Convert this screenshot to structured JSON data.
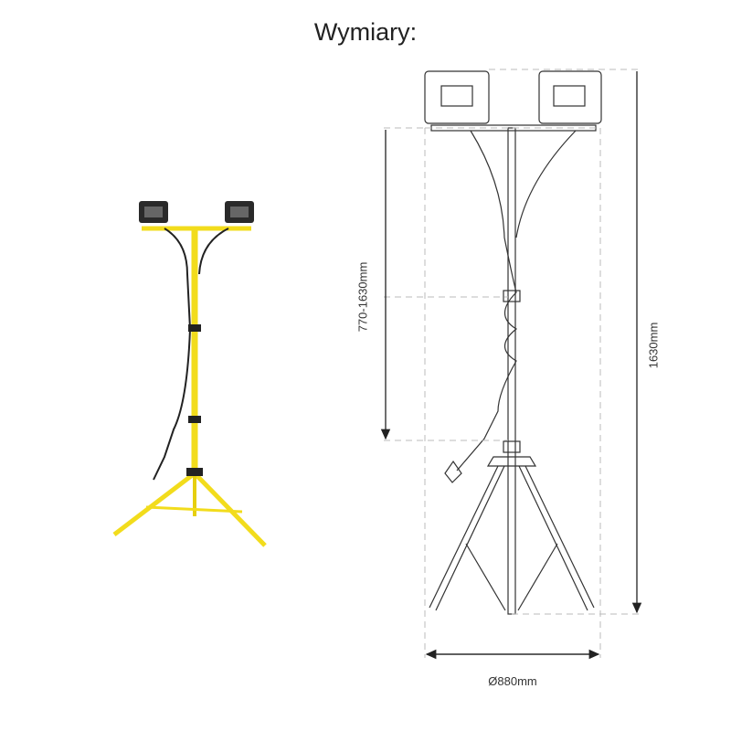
{
  "title": "Wymiary:",
  "dimensions": {
    "adjustable_height": "770-1630mm",
    "total_height": "1630mm",
    "base_diameter": "Ø880mm"
  },
  "colors": {
    "stand_yellow": "#f2dc1c",
    "line": "#333333",
    "dash": "#bbbbbb"
  }
}
